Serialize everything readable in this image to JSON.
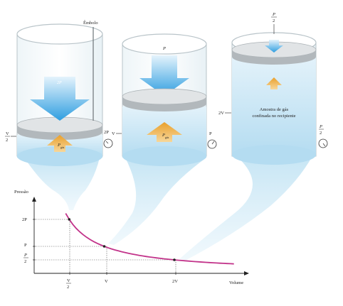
{
  "cylinders": [
    {
      "id": "left",
      "piston_label": "Êmbolo",
      "external_pressure": "2P",
      "gas_pressure_arrow": "P",
      "gas_pressure_sub": "gás",
      "side_volume_num": "V",
      "side_volume_den": "2",
      "gauge_label": "2P"
    },
    {
      "id": "middle",
      "external_pressure": "P",
      "gas_pressure_arrow": "P",
      "gas_pressure_sub": "gás",
      "side_volume": "V",
      "gauge_label": "P"
    },
    {
      "id": "right",
      "external_pressure_num": "P",
      "external_pressure_den": "2",
      "gas_sample_label_line1": "Amostra de gás",
      "gas_sample_label_line2": "confinada no recipiente",
      "side_volume": "2V",
      "gauge_num": "P",
      "gauge_den": "2"
    }
  ],
  "graph": {
    "ylabel": "Pressão",
    "xlabel": "Volume",
    "y_ticks": [
      "2P",
      "P",
      "P/2"
    ],
    "y_tick_half_num": "P",
    "y_tick_half_den": "2",
    "x_ticks": [
      "V/2",
      "V",
      "2V"
    ],
    "x_tick_half_num": "V",
    "x_tick_half_den": "2",
    "x_tick_v": "V",
    "x_tick_2v": "2V",
    "y_tick_2p": "2P",
    "y_tick_p": "P",
    "curve_color": "#c2338a",
    "points": [
      {
        "volume_in_V": 0.5,
        "pressure_in_P": 2
      },
      {
        "volume_in_V": 1,
        "pressure_in_P": 1
      },
      {
        "volume_in_V": 2,
        "pressure_in_P": 0.5
      }
    ]
  },
  "colors": {
    "gas": "#bfe2f3",
    "arrow_blue": "#3aa3e0",
    "arrow_orange": "#f2b24a",
    "piston": "#c9cdd0",
    "curve": "#c2338a"
  }
}
